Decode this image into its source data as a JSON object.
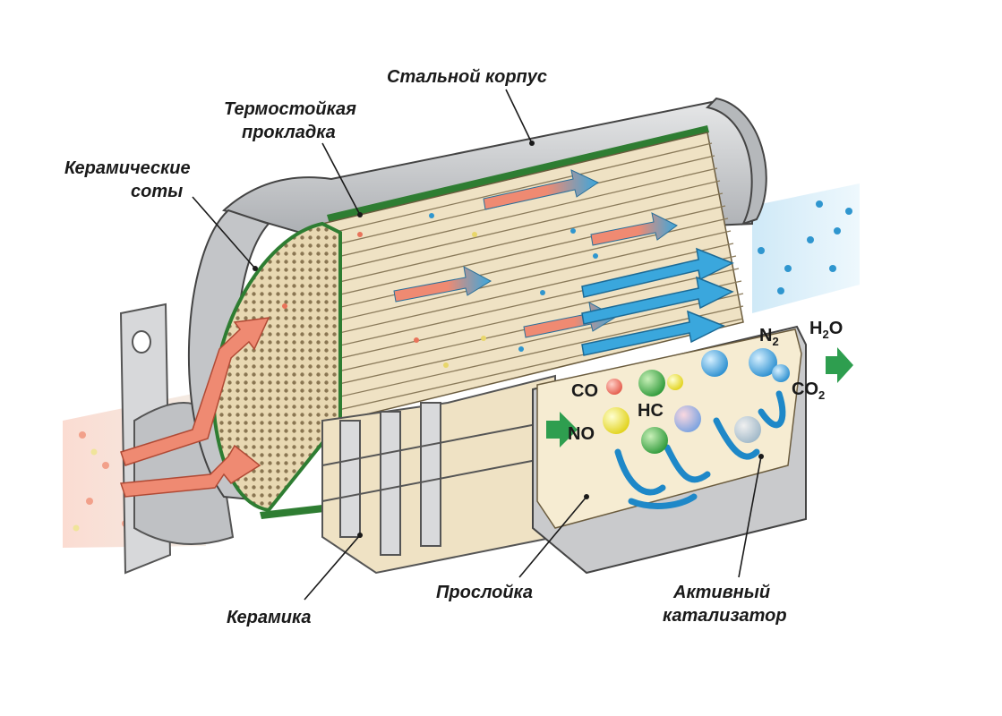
{
  "labels": {
    "steel_housing": "Стальной корпус",
    "heat_gasket_line1": "Термостойкая",
    "heat_gasket_line2": "прокладка",
    "ceramic_honeycomb_line1": "Керамические",
    "ceramic_honeycomb_line2": "соты",
    "ceramics": "Керамика",
    "layer": "Прослойка",
    "active_catalyst_line1": "Активный",
    "active_catalyst_line2": "катализатор"
  },
  "molecules": {
    "co": "CO",
    "no": "NO",
    "hc": "HC",
    "n2_base": "N",
    "n2_sub": "2",
    "h2o_h": "H",
    "h2o_sub": "2",
    "h2o_o": "O",
    "co2_base": "CO",
    "co2_sub": "2"
  },
  "colors": {
    "housing": "#c9cacc",
    "housing_dark": "#8d9094",
    "gasket": "#2e7d32",
    "ceramic": "#efe2c4",
    "ceramic_line": "#8a7a5a",
    "hot_gas": "#ef8a72",
    "clean_gas": "#3aa7dd",
    "arrow_green": "#2e9e4f",
    "catalyst": "#1e88c8"
  }
}
